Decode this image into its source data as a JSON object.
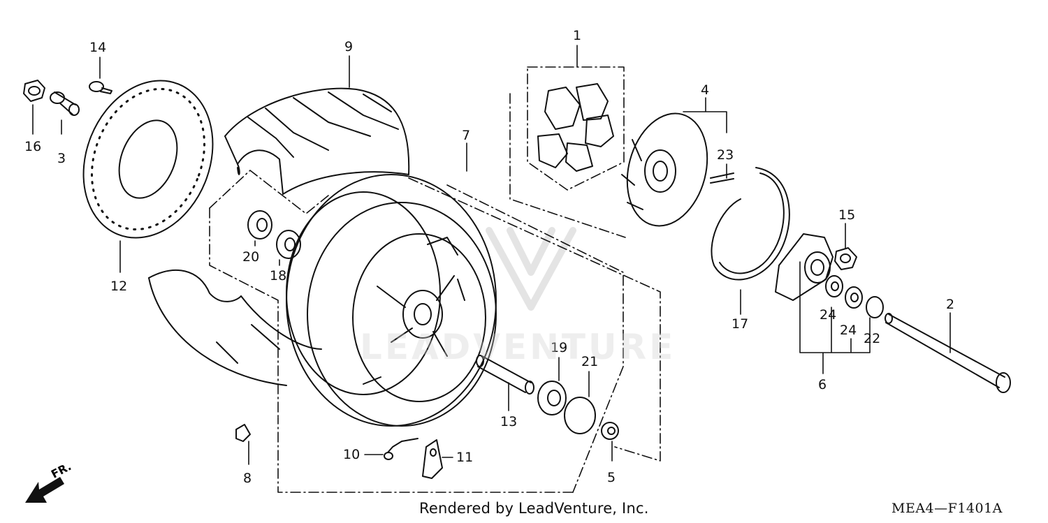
{
  "diagram": {
    "callouts": [
      {
        "id": "c1",
        "text": "1"
      },
      {
        "id": "c2",
        "text": "2"
      },
      {
        "id": "c3",
        "text": "3"
      },
      {
        "id": "c4",
        "text": "4"
      },
      {
        "id": "c5",
        "text": "5"
      },
      {
        "id": "c6",
        "text": "6"
      },
      {
        "id": "c7",
        "text": "7"
      },
      {
        "id": "c8",
        "text": "8"
      },
      {
        "id": "c9",
        "text": "9"
      },
      {
        "id": "c10",
        "text": "10"
      },
      {
        "id": "c11",
        "text": "11"
      },
      {
        "id": "c12",
        "text": "12"
      },
      {
        "id": "c13",
        "text": "13"
      },
      {
        "id": "c14",
        "text": "14"
      },
      {
        "id": "c15",
        "text": "15"
      },
      {
        "id": "c16",
        "text": "16"
      },
      {
        "id": "c17",
        "text": "17"
      },
      {
        "id": "c18",
        "text": "18"
      },
      {
        "id": "c19",
        "text": "19"
      },
      {
        "id": "c20",
        "text": "20"
      },
      {
        "id": "c21",
        "text": "21"
      },
      {
        "id": "c22",
        "text": "22"
      },
      {
        "id": "c23",
        "text": "23"
      },
      {
        "id": "c24a",
        "text": "24"
      },
      {
        "id": "c24b",
        "text": "24"
      }
    ],
    "direction_label": "FR.",
    "watermark": "LEADVENTURE"
  },
  "footer": {
    "credit": "Rendered by LeadVenture, Inc.",
    "code": "MEA4—F1401A"
  },
  "colors": {
    "ink": "#111111",
    "paper": "#ffffff",
    "watermark": "#cfcfcf"
  }
}
